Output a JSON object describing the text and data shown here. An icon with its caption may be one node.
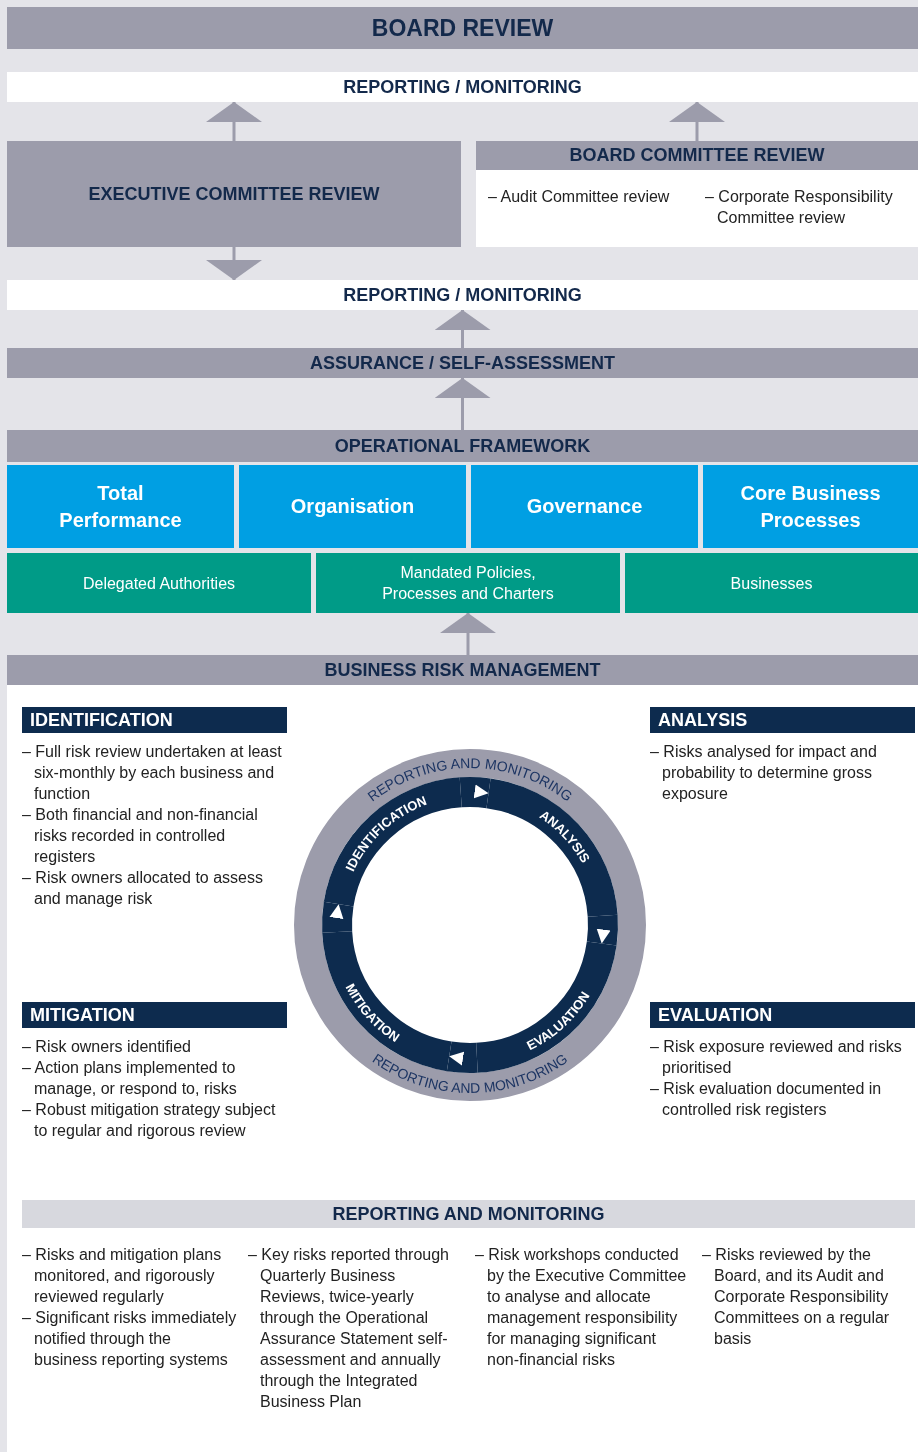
{
  "diagram": {
    "nodes": [
      {
        "text": [
          "BOARD REVIEW"
        ]
      },
      {
        "text": [
          "REPORTING / MONITORING"
        ]
      },
      {
        "text": [
          "EXECUTIVE COMMITTEE REVIEW"
        ]
      },
      {
        "text": [
          "BOARD COMMITTEE REVIEW",
          "– Audit Committee review",
          "– Corporate Responsibility Committee review"
        ]
      },
      {
        "text": [
          "REPORTING / MONITORING"
        ]
      },
      {
        "text": [
          "ASSURANCE / SELF-ASSESSMENT"
        ]
      },
      {
        "text": [
          "OPERATIONAL FRAMEWORK"
        ]
      },
      {
        "text": [
          "Total Performance"
        ]
      },
      {
        "text": [
          "Organisation"
        ]
      },
      {
        "text": [
          "Governance"
        ]
      },
      {
        "text": [
          "Core Business Processes"
        ]
      },
      {
        "text": [
          "Delegated Authorities"
        ]
      },
      {
        "text": [
          "Mandated Policies, Processes and Charters"
        ]
      },
      {
        "text": [
          "Businesses"
        ]
      },
      {
        "text": [
          "BUSINESS RISK MANAGEMENT"
        ]
      },
      {
        "text": [
          "IDENTIFICATION",
          "– Full risk review undertaken at least six-monthly by each business and function",
          "– Both financial and non-financial risks recorded in controlled registers",
          "– Risk owners allocated to assess and manage risk"
        ]
      },
      {
        "text": [
          "ANALYSIS",
          "– Risks analysed for impact and probability to determine gross exposure"
        ]
      },
      {
        "text": [
          "REPORTING AND MONITORING",
          "REPORTING AND MONITORING"
        ]
      },
      {
        "text": [
          "IDENTIFICATION"
        ],
        "in": 17
      },
      {
        "text": [
          "ANALYSIS"
        ],
        "in": 17
      },
      {
        "text": [
          "EVALUATION"
        ],
        "in": 17
      },
      {
        "text": [
          "MITIGATION"
        ],
        "in": 17
      },
      {
        "text": [
          "MITIGATION",
          "– Risk owners identified",
          "– Action plans implemented to manage, or respond to, risks",
          "– Robust mitigation strategy subject to regular and rigorous review"
        ]
      },
      {
        "text": [
          "EVALUATION",
          "– Risk exposure reviewed and risks prioritised",
          "– Risk evaluation documented in controlled risk registers"
        ]
      },
      {
        "text": [
          "REPORTING AND MONITORING",
          "– Risks and mitigation plans monitored, and rigorously reviewed regularly",
          "– Significant risks immediately notified through the business reporting systems",
          "– Key risks reported through Quarterly Business Reviews, twice-yearly through the Operational Assurance Statement self-assessment and annually through the Integrated Business Plan",
          "– Risk workshops conducted by the Executive Committee to analyse and allocate management responsibility for managing significant non-financial risks",
          "– Risks reviewed by the Board, and its Audit and Corporate Responsibility Committees on a regular basis"
        ]
      }
    ],
    "edges": [
      {
        "from": 14,
        "to": 12,
        "arrow": "to"
      },
      {
        "from": 6,
        "to": 5,
        "arrow": "to"
      },
      {
        "from": 5,
        "to": 4,
        "arrow": "to"
      },
      {
        "from": 2,
        "to": 1,
        "arrow": "to"
      },
      {
        "from": 2,
        "to": 4,
        "arrow": "to"
      },
      {
        "from": 3,
        "to": 1,
        "arrow": "to"
      },
      {
        "from": 18,
        "to": 19,
        "arrow": "to",
        "style": "thick",
        "color": "#0d2b4e"
      },
      {
        "from": 19,
        "to": 20,
        "arrow": "to",
        "style": "thick",
        "color": "#0d2b4e"
      },
      {
        "from": 20,
        "to": 21,
        "arrow": "to",
        "style": "thick",
        "color": "#0d2b4e"
      },
      {
        "from": 21,
        "to": 18,
        "arrow": "to",
        "style": "thick",
        "color": "#0d2b4e"
      }
    ]
  }
}
